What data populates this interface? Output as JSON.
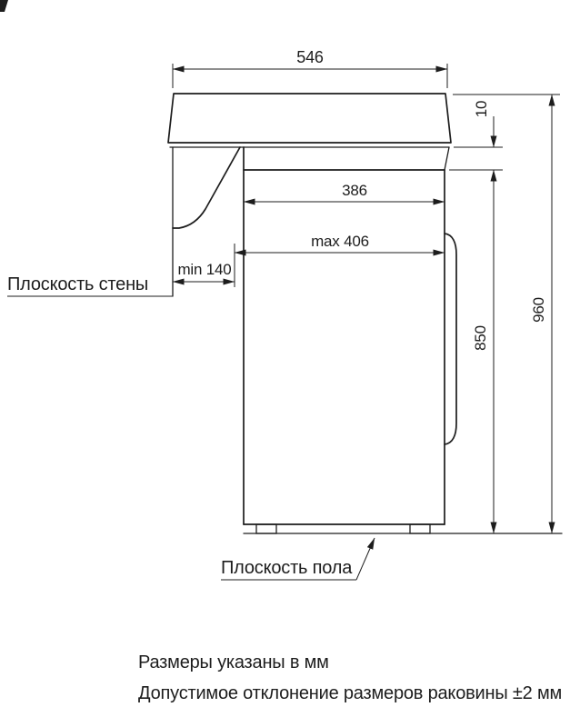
{
  "dimensions": {
    "sink_width": "546",
    "gap_sink_machine": "10",
    "inner_depth": "386",
    "max_depth": "max 406",
    "wall_clearance": "min 140",
    "machine_height": "850",
    "total_height": "960"
  },
  "labels": {
    "wall_plane": "Плоскость стены",
    "floor_plane": "Плоскость пола"
  },
  "notes": {
    "units": "Размеры указаны в мм",
    "tolerance": "Допустимое отклонение размеров раковины ±2 мм"
  },
  "colors": {
    "ink": "#1d1d1d",
    "background": "#ffffff"
  }
}
